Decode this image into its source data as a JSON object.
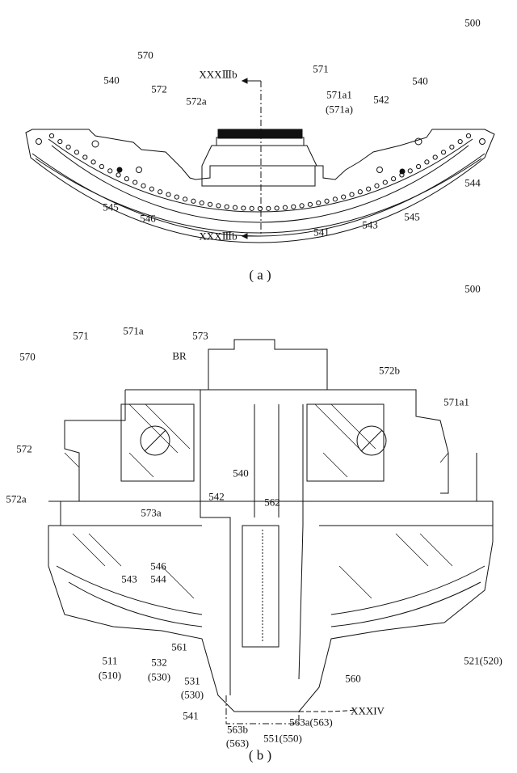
{
  "figure_a": {
    "caption": "( a )",
    "labels": {
      "ref_500": "500",
      "ref_540_right": "540",
      "ref_540_left": "540",
      "ref_570": "570",
      "ref_571": "571",
      "ref_571a1": "571a1",
      "ref_571a_paren": "(571a)",
      "ref_572": "572",
      "ref_572a": "572a",
      "ref_542": "542",
      "section_top": "XXXⅢb",
      "section_bottom": "XXXⅢb",
      "ref_545_left": "545",
      "ref_546": "546",
      "ref_541": "541",
      "ref_543": "543",
      "ref_545_right": "545",
      "ref_544": "544"
    }
  },
  "figure_b": {
    "caption": "( b )",
    "labels": {
      "ref_500": "500",
      "ref_571": "571",
      "ref_571a": "571a",
      "ref_573": "573",
      "ref_BR": "BR",
      "ref_570": "570",
      "ref_572b": "572b",
      "ref_571a1": "571a1",
      "ref_572": "572",
      "ref_572a": "572a",
      "ref_540": "540",
      "ref_542": "542",
      "ref_562": "562",
      "ref_573a": "573a",
      "ref_546": "546",
      "ref_544": "544",
      "ref_543": "543",
      "ref_561": "561",
      "ref_532": "532",
      "ref_532_paren": "(530)",
      "ref_511": "511",
      "ref_511_paren": "(510)",
      "ref_531": "531",
      "ref_531_paren": "(530)",
      "ref_541": "541",
      "ref_560": "560",
      "ref_521": "521(520)",
      "section": "XXXIV",
      "ref_563b": "563b",
      "ref_563b_paren": "(563)",
      "ref_563a": "563a(563)",
      "ref_551": "551(550)"
    }
  }
}
